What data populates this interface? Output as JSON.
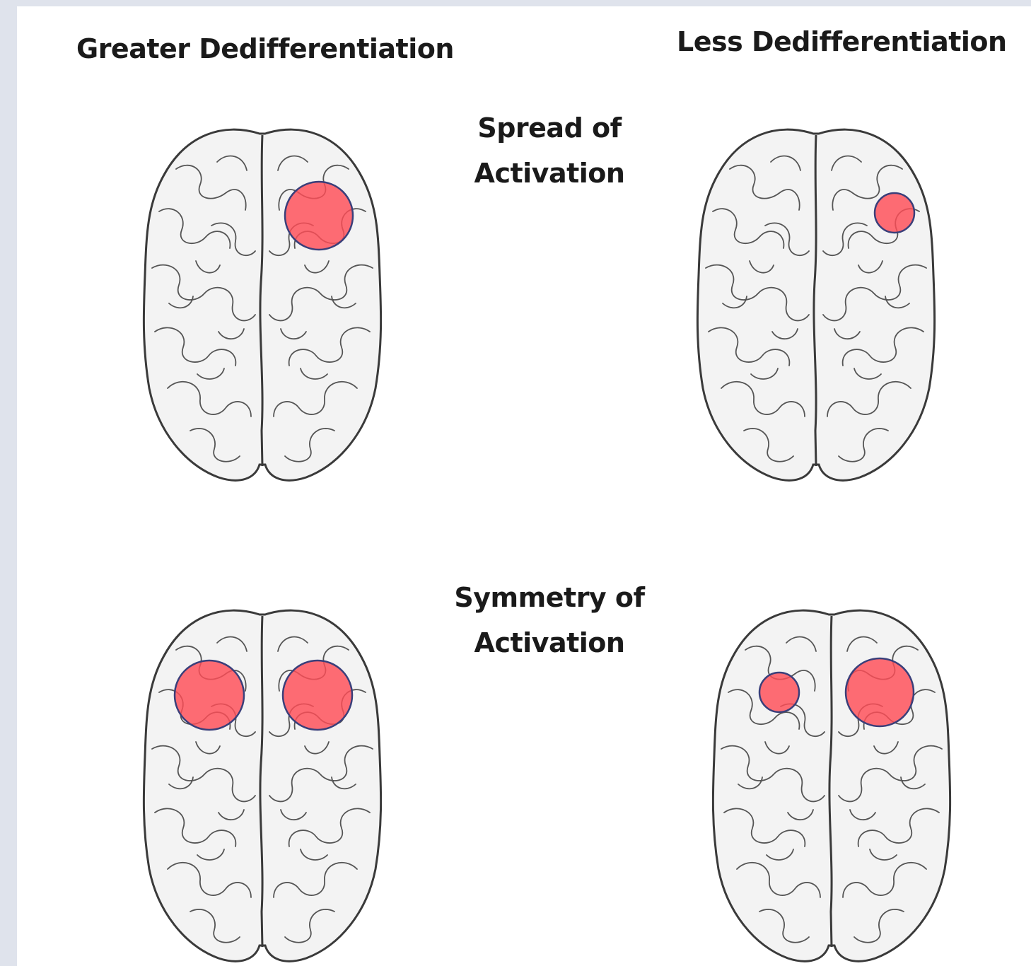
{
  "columns": {
    "left": "Greater Dedifferentiation",
    "right": "Less Dedifferentiation"
  },
  "rows": {
    "spread": {
      "line1": "Spread of",
      "line2": "Activation"
    },
    "symmetry": {
      "line1": "Symmetry of",
      "line2": "Activation"
    }
  },
  "colors": {
    "activation_fill": "#ff4d57",
    "activation_outline": "#3a3f7a"
  },
  "icons": {
    "brain": "brain-top-view-icon"
  }
}
